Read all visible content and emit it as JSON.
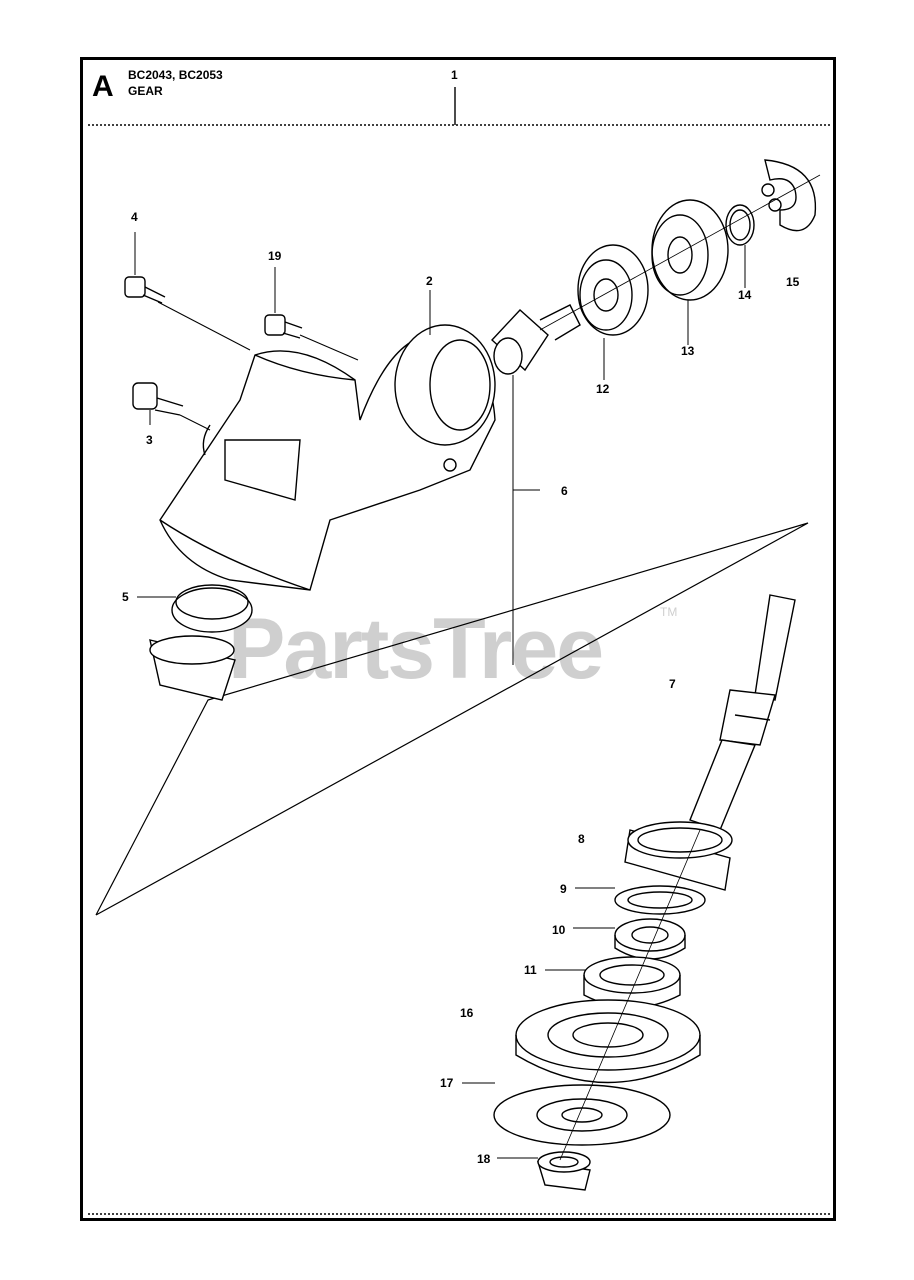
{
  "header": {
    "section_letter": "A",
    "models": "BC2043, BC2053",
    "title": "GEAR"
  },
  "watermark": {
    "text": "PartsTree",
    "trademark": "TM"
  },
  "callouts": {
    "c1": "1",
    "c2": "2",
    "c3": "3",
    "c4": "4",
    "c5": "5",
    "c6": "6",
    "c7": "7",
    "c8": "8",
    "c9": "9",
    "c10": "10",
    "c11": "11",
    "c12": "12",
    "c13": "13",
    "c14": "14",
    "c15": "15",
    "c16": "16",
    "c17": "17",
    "c18": "18",
    "c19": "19"
  },
  "colors": {
    "line": "#000000",
    "watermark": "#cfcfcf",
    "background": "#ffffff"
  }
}
